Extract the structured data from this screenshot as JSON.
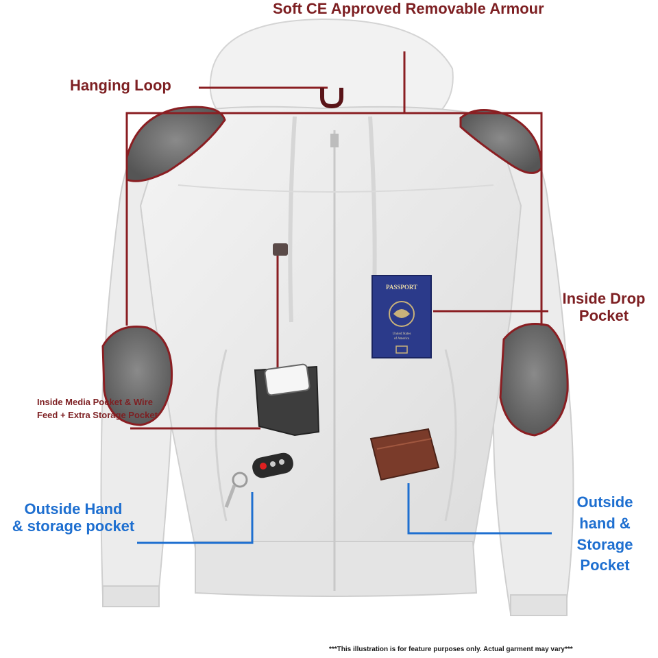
{
  "labels": {
    "armour": "Soft CE Approved Removable Armour",
    "hanging_loop": "Hanging Loop",
    "inside_drop_line1": "Inside Drop",
    "inside_drop_line2": "Pocket",
    "media_line1": "Inside Media Pocket & Wire",
    "media_line2": "Feed + Extra Storage Pocket",
    "outside_left_line1": "Outside Hand",
    "outside_left_line2": "& storage pocket",
    "outside_right_line1": "Outside",
    "outside_right_line2": "hand &",
    "outside_right_line3": "Storage",
    "outside_right_line4": "Pocket",
    "disclaimer": "***This illustration is for feature purposes only.  Actual garment may vary***"
  },
  "items": {
    "passport_title": "PASSPORT",
    "passport_subtitle_1": "United States",
    "passport_subtitle_2": "of America"
  },
  "colors": {
    "callout_red": "#7d1f22",
    "callout_blue": "#1e6fd0",
    "jacket": "#ebebeb",
    "armour_pad": "#6e6e6e",
    "passport": "#2b3a8a",
    "wallet": "#7a3b2a"
  },
  "icons": [
    "hoodie-jacket",
    "shoulder-armour",
    "elbow-armour",
    "hanging-loop-icon",
    "smartphone-icon",
    "passport-icon",
    "wallet-icon",
    "car-key-icon"
  ]
}
